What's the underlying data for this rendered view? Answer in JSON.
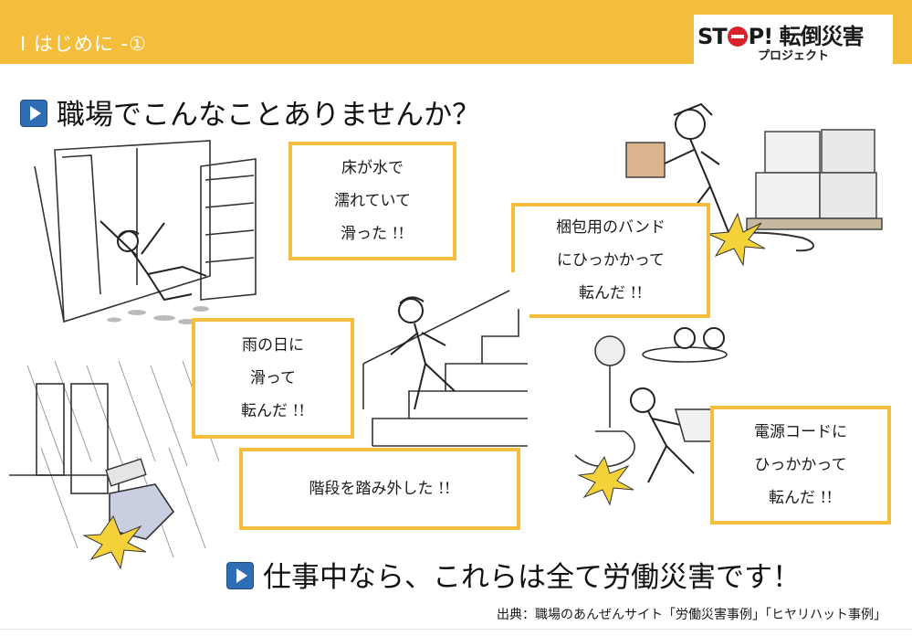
{
  "header": {
    "section_title": "Ⅰ はじめに -①",
    "logo": {
      "left": "ST",
      "mid": "P! 転倒災害",
      "sub": "プロジェクト",
      "accent": "#d8232a"
    }
  },
  "question_heading": "職場でこんなことありませんか？",
  "conclusion_heading": "仕事中なら、これらは全て労働災害です！",
  "callouts": {
    "wet_floor": "床が水で\n濡れていて\n滑った !!",
    "band": "梱包用のバンド\nにひっかかって\n転んだ !!",
    "rain": "雨の日に\n滑って\n転んだ !!",
    "stairs": "階段を踏み外した !!",
    "cord": "電源コードに\nひっかかって\n転んだ !!"
  },
  "source": "出典：職場のあんぜんサイト「労働災害事例」「ヒヤリハット事例」",
  "colors": {
    "bar": "#f4bd3c",
    "border": "#f4bd3c",
    "icon": "#2f6eb5",
    "impact": "#f6d23a"
  }
}
